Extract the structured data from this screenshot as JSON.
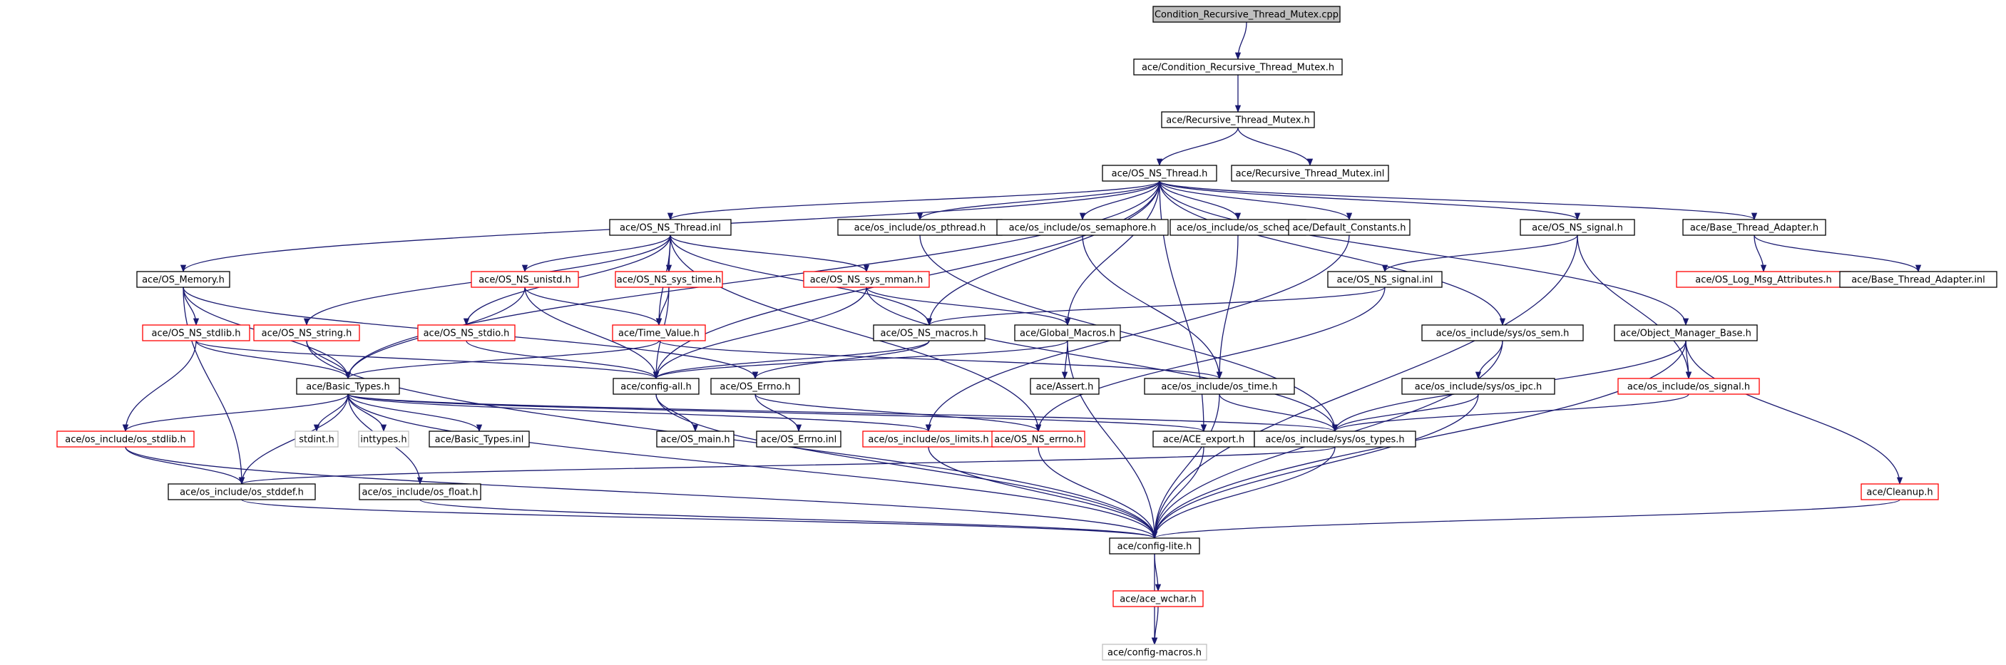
{
  "colors": {
    "edge": "#191970",
    "border_documented": "#000000",
    "border_undocumented": "#ff0000",
    "border_external": "#bfbfbf",
    "root_fill": "#bfbfbf",
    "node_fill": "#ffffff"
  },
  "nodes": [
    {
      "id": "root",
      "label": "Condition_Recursive_Thread_Mutex.cpp",
      "kind": "root"
    },
    {
      "id": "crtm_h",
      "label": "ace/Condition_Recursive_Thread_Mutex.h",
      "kind": "documented"
    },
    {
      "id": "rtm_h",
      "label": "ace/Recursive_Thread_Mutex.h",
      "kind": "documented"
    },
    {
      "id": "ont_h",
      "label": "ace/OS_NS_Thread.h",
      "kind": "documented"
    },
    {
      "id": "rtm_inl",
      "label": "ace/Recursive_Thread_Mutex.inl",
      "kind": "documented"
    },
    {
      "id": "ont_inl",
      "label": "ace/OS_NS_Thread.inl",
      "kind": "documented"
    },
    {
      "id": "pthread",
      "label": "ace/os_include/os_pthread.h",
      "kind": "documented"
    },
    {
      "id": "semaphore",
      "label": "ace/os_include/os_semaphore.h",
      "kind": "documented"
    },
    {
      "id": "sched",
      "label": "ace/os_include/os_sched.h",
      "kind": "documented"
    },
    {
      "id": "defconst",
      "label": "ace/Default_Constants.h",
      "kind": "documented"
    },
    {
      "id": "onsig_h",
      "label": "ace/OS_NS_signal.h",
      "kind": "documented"
    },
    {
      "id": "bta_h",
      "label": "ace/Base_Thread_Adapter.h",
      "kind": "documented"
    },
    {
      "id": "osmem",
      "label": "ace/OS_Memory.h",
      "kind": "documented"
    },
    {
      "id": "unistd",
      "label": "ace/OS_NS_unistd.h",
      "kind": "undocumented"
    },
    {
      "id": "systime",
      "label": "ace/OS_NS_sys_time.h",
      "kind": "undocumented"
    },
    {
      "id": "sysmman",
      "label": "ace/OS_NS_sys_mman.h",
      "kind": "undocumented"
    },
    {
      "id": "onsig_inl",
      "label": "ace/OS_NS_signal.inl",
      "kind": "documented"
    },
    {
      "id": "logmsg",
      "label": "ace/OS_Log_Msg_Attributes.h",
      "kind": "undocumented"
    },
    {
      "id": "bta_inl",
      "label": "ace/Base_Thread_Adapter.inl",
      "kind": "documented"
    },
    {
      "id": "stdlib",
      "label": "ace/OS_NS_stdlib.h",
      "kind": "undocumented"
    },
    {
      "id": "string",
      "label": "ace/OS_NS_string.h",
      "kind": "undocumented"
    },
    {
      "id": "stdio",
      "label": "ace/OS_NS_stdio.h",
      "kind": "undocumented"
    },
    {
      "id": "timeval",
      "label": "ace/Time_Value.h",
      "kind": "undocumented"
    },
    {
      "id": "macros",
      "label": "ace/OS_NS_macros.h",
      "kind": "documented"
    },
    {
      "id": "globmac",
      "label": "ace/Global_Macros.h",
      "kind": "documented"
    },
    {
      "id": "syssem",
      "label": "ace/os_include/sys/os_sem.h",
      "kind": "documented"
    },
    {
      "id": "omb",
      "label": "ace/Object_Manager_Base.h",
      "kind": "documented"
    },
    {
      "id": "basic",
      "label": "ace/Basic_Types.h",
      "kind": "documented"
    },
    {
      "id": "configall",
      "label": "ace/config-all.h",
      "kind": "documented"
    },
    {
      "id": "errno_h",
      "label": "ace/OS_Errno.h",
      "kind": "documented"
    },
    {
      "id": "assert",
      "label": "ace/Assert.h",
      "kind": "documented"
    },
    {
      "id": "ostime",
      "label": "ace/os_include/os_time.h",
      "kind": "documented"
    },
    {
      "id": "sysipc",
      "label": "ace/os_include/sys/os_ipc.h",
      "kind": "documented"
    },
    {
      "id": "ossignal",
      "label": "ace/os_include/os_signal.h",
      "kind": "undocumented"
    },
    {
      "id": "osstdlib",
      "label": "ace/os_include/os_stdlib.h",
      "kind": "undocumented"
    },
    {
      "id": "stdint",
      "label": "stdint.h",
      "kind": "external"
    },
    {
      "id": "inttypes",
      "label": "inttypes.h",
      "kind": "external"
    },
    {
      "id": "basic_inl",
      "label": "ace/Basic_Types.inl",
      "kind": "documented"
    },
    {
      "id": "osmain",
      "label": "ace/OS_main.h",
      "kind": "documented"
    },
    {
      "id": "errno_inl",
      "label": "ace/OS_Errno.inl",
      "kind": "documented"
    },
    {
      "id": "limits",
      "label": "ace/os_include/os_limits.h",
      "kind": "undocumented"
    },
    {
      "id": "nserrno",
      "label": "ace/OS_NS_errno.h",
      "kind": "undocumented"
    },
    {
      "id": "aceexport",
      "label": "ace/ACE_export.h",
      "kind": "documented"
    },
    {
      "id": "systypes",
      "label": "ace/os_include/sys/os_types.h",
      "kind": "documented"
    },
    {
      "id": "stddef",
      "label": "ace/os_include/os_stddef.h",
      "kind": "documented"
    },
    {
      "id": "osfloat",
      "label": "ace/os_include/os_float.h",
      "kind": "documented"
    },
    {
      "id": "cleanup",
      "label": "ace/Cleanup.h",
      "kind": "undocumented"
    },
    {
      "id": "configlite",
      "label": "ace/config-lite.h",
      "kind": "documented"
    },
    {
      "id": "wchar",
      "label": "ace/ace_wchar.h",
      "kind": "undocumented"
    },
    {
      "id": "configmacros",
      "label": "ace/config-macros.h",
      "kind": "external"
    }
  ],
  "edges": [
    [
      "root",
      "crtm_h"
    ],
    [
      "crtm_h",
      "rtm_h"
    ],
    [
      "rtm_h",
      "ont_h"
    ],
    [
      "rtm_h",
      "rtm_inl"
    ],
    [
      "ont_h",
      "ont_inl"
    ],
    [
      "ont_h",
      "pthread"
    ],
    [
      "ont_h",
      "semaphore"
    ],
    [
      "ont_h",
      "sched"
    ],
    [
      "ont_h",
      "defconst"
    ],
    [
      "ont_h",
      "onsig_h"
    ],
    [
      "ont_h",
      "bta_h"
    ],
    [
      "ont_h",
      "osmem"
    ],
    [
      "ont_h",
      "basic"
    ],
    [
      "ont_h",
      "configall"
    ],
    [
      "ont_h",
      "globmac"
    ],
    [
      "ont_h",
      "macros"
    ],
    [
      "ont_h",
      "syssem"
    ],
    [
      "ont_h",
      "omb"
    ],
    [
      "ont_h",
      "aceexport"
    ],
    [
      "ont_inl",
      "unistd"
    ],
    [
      "ont_inl",
      "systime"
    ],
    [
      "ont_inl",
      "sysmman"
    ],
    [
      "ont_inl",
      "string"
    ],
    [
      "ont_inl",
      "stdio"
    ],
    [
      "ont_inl",
      "timeval"
    ],
    [
      "ont_inl",
      "macros"
    ],
    [
      "ont_inl",
      "nserrno"
    ],
    [
      "osmem",
      "stdlib"
    ],
    [
      "osmem",
      "basic"
    ],
    [
      "osmem",
      "errno_h"
    ],
    [
      "osmem",
      "stddef"
    ],
    [
      "unistd",
      "timeval"
    ],
    [
      "unistd",
      "basic"
    ],
    [
      "unistd",
      "configall"
    ],
    [
      "systime",
      "timeval"
    ],
    [
      "systime",
      "configall"
    ],
    [
      "sysmman",
      "globmac"
    ],
    [
      "sysmman",
      "configall"
    ],
    [
      "sysmman",
      "systypes"
    ],
    [
      "stdlib",
      "basic"
    ],
    [
      "stdlib",
      "osstdlib"
    ],
    [
      "stdlib",
      "configall"
    ],
    [
      "string",
      "basic"
    ],
    [
      "string",
      "configlite"
    ],
    [
      "stdio",
      "configall"
    ],
    [
      "timeval",
      "basic"
    ],
    [
      "timeval",
      "ostime"
    ],
    [
      "macros",
      "errno_h"
    ],
    [
      "macros",
      "configall"
    ],
    [
      "globmac",
      "configall"
    ],
    [
      "globmac",
      "assert"
    ],
    [
      "globmac",
      "configlite"
    ],
    [
      "pthread",
      "systypes"
    ],
    [
      "semaphore",
      "ostime"
    ],
    [
      "sched",
      "ostime"
    ],
    [
      "defconst",
      "limits"
    ],
    [
      "onsig_h",
      "onsig_inl"
    ],
    [
      "onsig_h",
      "ossignal"
    ],
    [
      "onsig_h",
      "configlite"
    ],
    [
      "onsig_inl",
      "macros"
    ],
    [
      "onsig_inl",
      "nserrno"
    ],
    [
      "bta_h",
      "logmsg"
    ],
    [
      "bta_h",
      "bta_inl"
    ],
    [
      "syssem",
      "sysipc"
    ],
    [
      "syssem",
      "configlite"
    ],
    [
      "omb",
      "ossignal"
    ],
    [
      "omb",
      "cleanup"
    ],
    [
      "omb",
      "systypes"
    ],
    [
      "omb",
      "configlite"
    ],
    [
      "basic",
      "osstdlib"
    ],
    [
      "basic",
      "stdint"
    ],
    [
      "basic",
      "inttypes"
    ],
    [
      "basic",
      "basic_inl"
    ],
    [
      "basic",
      "limits"
    ],
    [
      "basic",
      "stddef"
    ],
    [
      "basic",
      "osfloat"
    ],
    [
      "basic",
      "configlite"
    ],
    [
      "basic",
      "aceexport"
    ],
    [
      "basic",
      "systypes"
    ],
    [
      "configall",
      "osmain"
    ],
    [
      "configall",
      "configlite"
    ],
    [
      "errno_h",
      "errno_inl"
    ],
    [
      "errno_h",
      "nserrno"
    ],
    [
      "ostime",
      "systypes"
    ],
    [
      "ostime",
      "configlite"
    ],
    [
      "sysipc",
      "systypes"
    ],
    [
      "sysipc",
      "configlite"
    ],
    [
      "ossignal",
      "systypes"
    ],
    [
      "osstdlib",
      "stddef"
    ],
    [
      "osstdlib",
      "configlite"
    ],
    [
      "limits",
      "configlite"
    ],
    [
      "nserrno",
      "configlite"
    ],
    [
      "aceexport",
      "configlite"
    ],
    [
      "systypes",
      "stddef"
    ],
    [
      "systypes",
      "configlite"
    ],
    [
      "stddef",
      "configlite"
    ],
    [
      "osfloat",
      "configlite"
    ],
    [
      "cleanup",
      "configlite"
    ],
    [
      "configlite",
      "wchar"
    ],
    [
      "configlite",
      "configmacros"
    ],
    [
      "wchar",
      "configmacros"
    ]
  ]
}
